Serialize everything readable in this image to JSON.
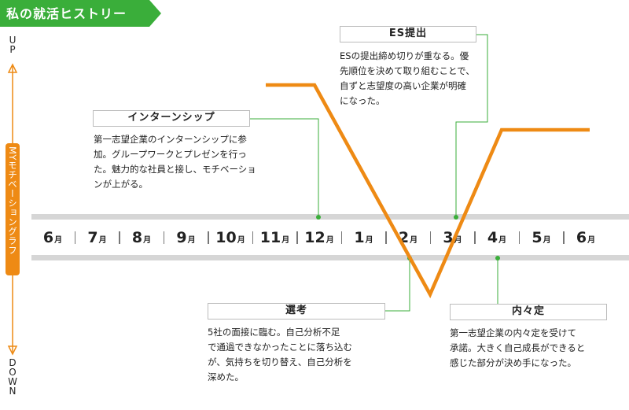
{
  "title": "私の就活ヒストリー",
  "axis": {
    "up": "UP",
    "down": "DOWN",
    "label": "MYモチベーショングラフ"
  },
  "months": [
    {
      "num": "6",
      "unit": "月"
    },
    {
      "num": "7",
      "unit": "月"
    },
    {
      "num": "8",
      "unit": "月"
    },
    {
      "num": "9",
      "unit": "月"
    },
    {
      "num": "10",
      "unit": "月"
    },
    {
      "num": "11",
      "unit": "月"
    },
    {
      "num": "12",
      "unit": "月"
    },
    {
      "num": "1",
      "unit": "月"
    },
    {
      "num": "2",
      "unit": "月"
    },
    {
      "num": "3",
      "unit": "月"
    },
    {
      "num": "4",
      "unit": "月"
    },
    {
      "num": "5",
      "unit": "月"
    },
    {
      "num": "6",
      "unit": "月"
    }
  ],
  "events": [
    {
      "title": "インターンシップ",
      "text": [
        "第一志望企業のインターンシップに参",
        "加。グループワークとプレゼンを行っ",
        "た。魅力的な社員と接し、モチベーショ",
        "ンが上がる。"
      ]
    },
    {
      "title": "ES提出",
      "text": [
        "ESの提出締め切りが重なる。優",
        "先順位を決めて取り組むことで、",
        "自ずと志望度の高い企業が明確",
        "になった。"
      ]
    },
    {
      "title": "選考",
      "text": [
        "5社の面接に臨む。自己分析不足",
        "で通過できなかったことに落ち込む",
        "が、気持ちを切り替え、自己分析を",
        "深めた。"
      ]
    },
    {
      "title": "内々定",
      "text": [
        "第一志望企業の内々定を受けて",
        "承諾。大きく自己成長ができると",
        "感じた部分が決め手になった。"
      ]
    }
  ],
  "colors": {
    "accent_green": "#3aae3a",
    "accent_orange": "#ee8a14",
    "band": "#d6d6d6",
    "connector": "#3aae3a"
  }
}
